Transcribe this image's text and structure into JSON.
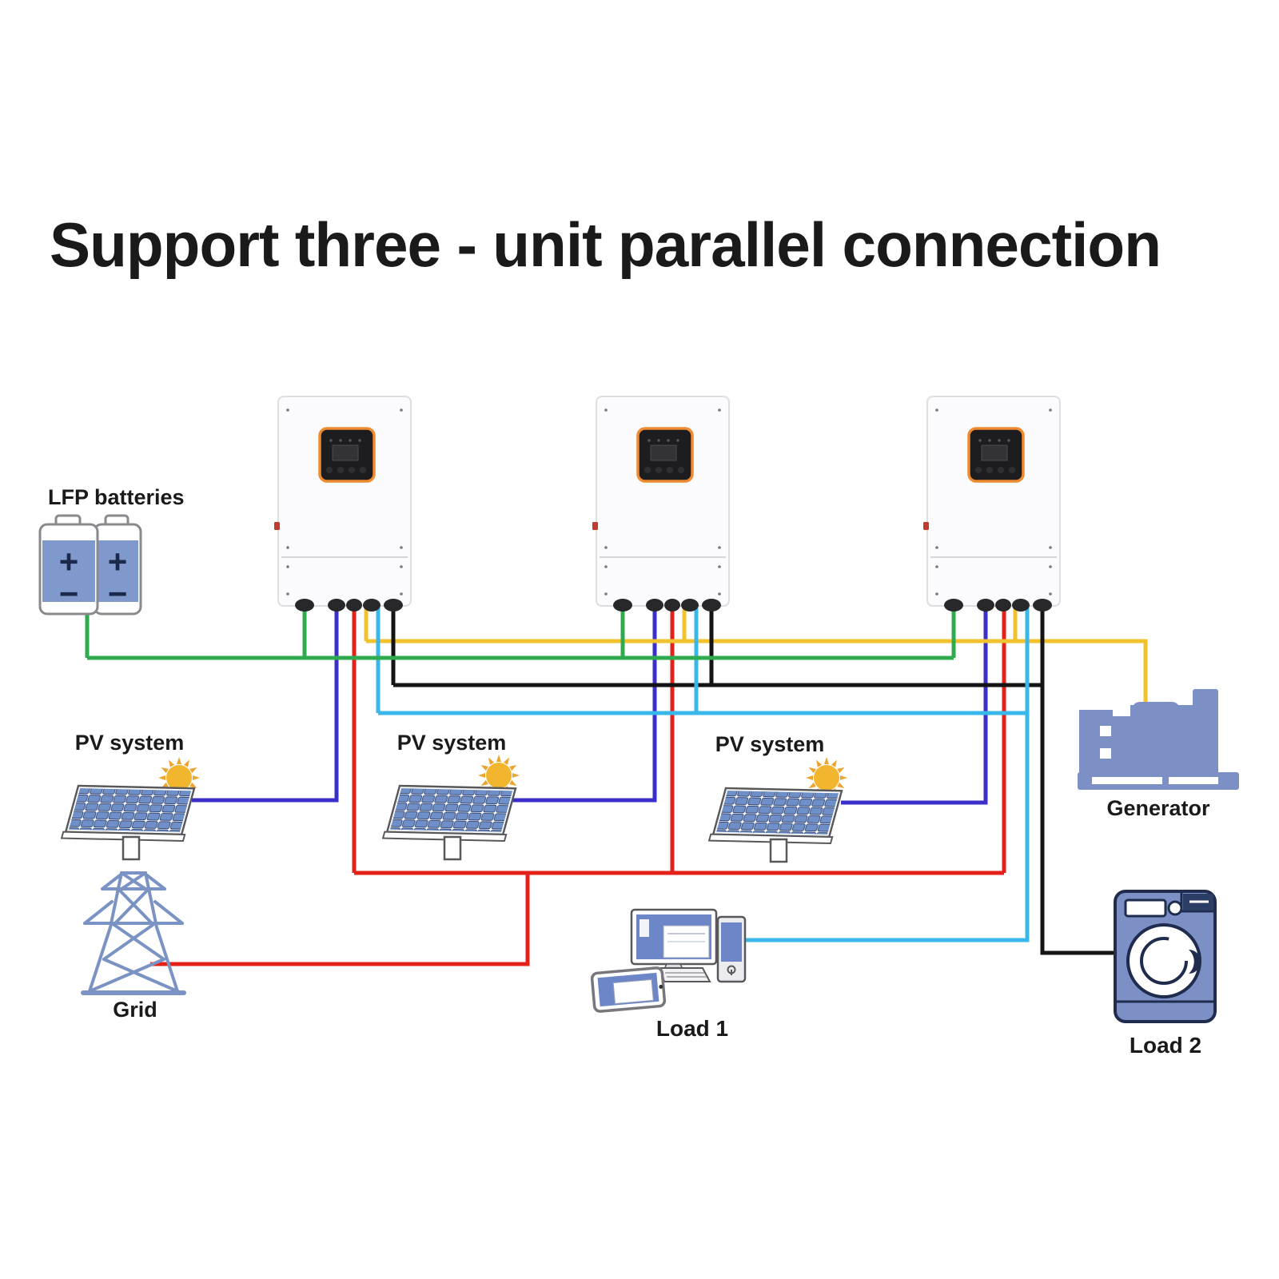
{
  "title": "Support three - unit parallel connection",
  "labels": {
    "battery": "LFP batteries",
    "pv_systems": [
      "PV system",
      "PV system",
      "PV system"
    ],
    "grid": "Grid",
    "generator": "Generator",
    "load1": "Load 1",
    "load2": "Load 2"
  },
  "battery": {
    "plus": "+",
    "minus": "−"
  },
  "colors": {
    "wire_green": "#2fab4f",
    "wire_blue": "#3b2fc9",
    "wire_red": "#e32119",
    "wire_yellow": "#f2c12e",
    "wire_cyan": "#3ab7ea",
    "wire_black": "#141414",
    "device_blue": "#7c90c5",
    "device_outline": "#1f2c4e",
    "panel_cell": "#6f8fc9",
    "inverter_display_border": "#ee8a2f",
    "sun": "#f2b62e",
    "sun_ray": "#eca42f",
    "tower_blue": "#7b93c4",
    "screen_blue": "#6d86c7",
    "text": "#1a1a1a"
  }
}
